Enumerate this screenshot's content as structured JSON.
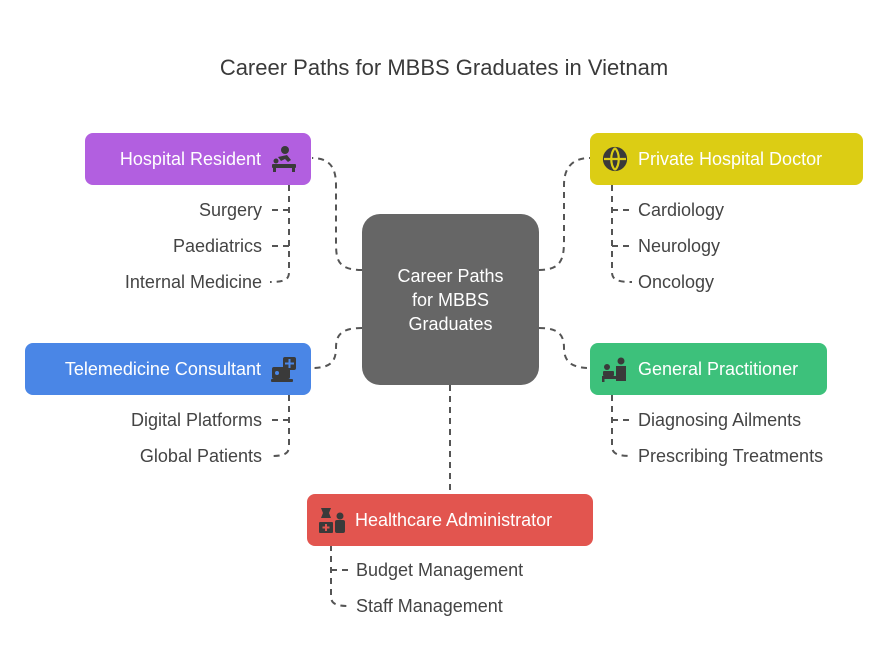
{
  "title": "Career Paths for MBBS Graduates in Vietnam",
  "center": {
    "label": "Career Paths\nfor MBBS\nGraduates"
  },
  "colors": {
    "center": "#666666",
    "hospital_resident": "#b25fe0",
    "private_hospital_doctor": "#dccd14",
    "telemedicine_consultant": "#4a86e6",
    "general_practitioner": "#3dc17b",
    "healthcare_administrator": "#e2554f",
    "connector": "#555555",
    "item_text": "#444444"
  },
  "branches": {
    "hospital_resident": {
      "label": "Hospital Resident",
      "icon": "patient-care-icon",
      "items": [
        "Surgery",
        "Paediatrics",
        "Internal Medicine"
      ]
    },
    "private_hospital_doctor": {
      "label": "Private Hospital Doctor",
      "icon": "globe-icon",
      "items": [
        "Cardiology",
        "Neurology",
        "Oncology"
      ]
    },
    "telemedicine_consultant": {
      "label": "Telemedicine Consultant",
      "icon": "medical-screen-icon",
      "items": [
        "Digital Platforms",
        "Global Patients"
      ]
    },
    "general_practitioner": {
      "label": "General Practitioner",
      "icon": "doctor-patient-icon",
      "items": [
        "Diagnosing Ailments",
        "Prescribing Treatments"
      ]
    },
    "healthcare_administrator": {
      "label": "Healthcare Administrator",
      "icon": "hospital-staff-icon",
      "items": [
        "Budget Management",
        "Staff Management"
      ]
    }
  }
}
